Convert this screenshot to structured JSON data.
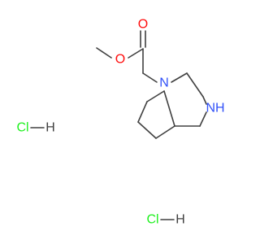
{
  "colors": {
    "carbon_bond": "#404040",
    "oxygen": "#ff0d0d",
    "nitrogen": "#3050f8",
    "chlorine": "#1ff01f",
    "hydrogen": "#404040",
    "background": "#ffffff"
  },
  "labels": {
    "ester_o": "O",
    "carbonyl_o": "O",
    "ring_n1": "N",
    "ring_nh": "NH",
    "hcl_1_cl": "Cl",
    "hcl_1_bond": "—",
    "hcl_1_h": "H",
    "hcl_2_cl": "Cl",
    "hcl_2_bond": "—",
    "hcl_2_h": "H"
  }
}
